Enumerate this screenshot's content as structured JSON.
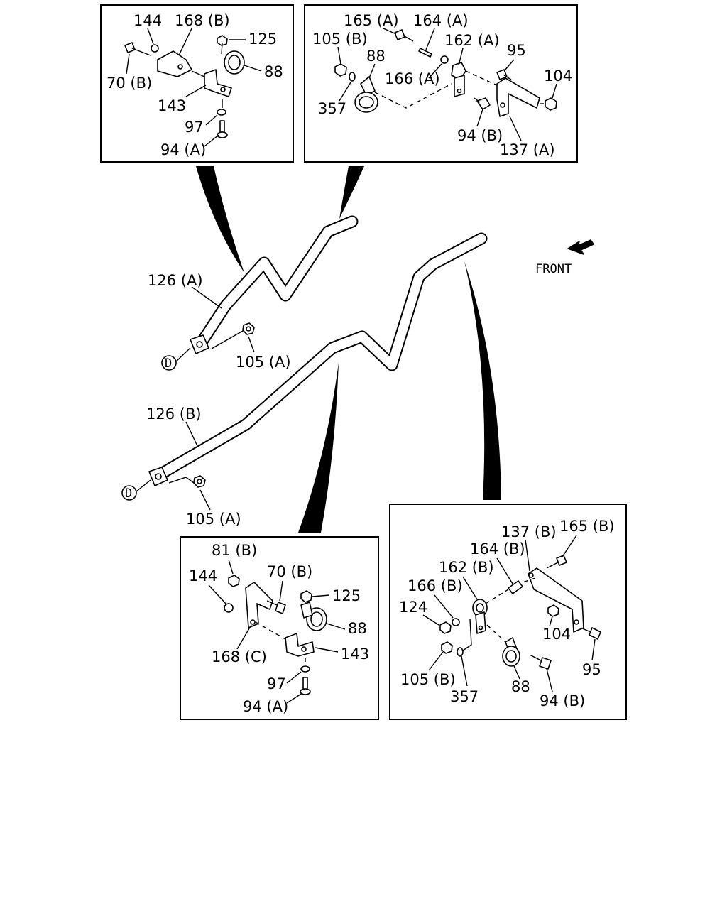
{
  "labels": {
    "tl_144": "144",
    "tl_168b": "168 (B)",
    "tl_125": "125",
    "tl_88": "88",
    "tl_70b": "70 (B)",
    "tl_143": "143",
    "tl_97": "97",
    "tl_94a": "94 (A)",
    "tr_165a": "165 (A)",
    "tr_164a": "164 (A)",
    "tr_105b": "105 (B)",
    "tr_162a": "162 (A)",
    "tr_88": "88",
    "tr_95": "95",
    "tr_166a": "166 (A)",
    "tr_104": "104",
    "tr_357": "357",
    "tr_94b": "94 (B)",
    "tr_137a": "137 (A)",
    "main_126a": "126 (A)",
    "main_105a_1": "105 (A)",
    "main_126b": "126 (B)",
    "main_105a_2": "105 (A)",
    "front": "FRONT",
    "marker_d1": "D",
    "marker_d2": "D",
    "bl_81b": "81 (B)",
    "bl_70b": "70 (B)",
    "bl_144": "144",
    "bl_125": "125",
    "bl_88": "88",
    "bl_168c": "168 (C)",
    "bl_143": "143",
    "bl_97": "97",
    "bl_94a": "94 (A)",
    "br_137b": "137 (B)",
    "br_165b": "165 (B)",
    "br_164b": "164 (B)",
    "br_162b": "162 (B)",
    "br_166b": "166 (B)",
    "br_124": "124",
    "br_104": "104",
    "br_95": "95",
    "br_105b": "105 (B)",
    "br_357": "357",
    "br_88": "88",
    "br_94b": "94 (B)"
  },
  "icons": {
    "front_arrow": "front-arrow-icon",
    "marker": "circle-d-marker-icon"
  }
}
